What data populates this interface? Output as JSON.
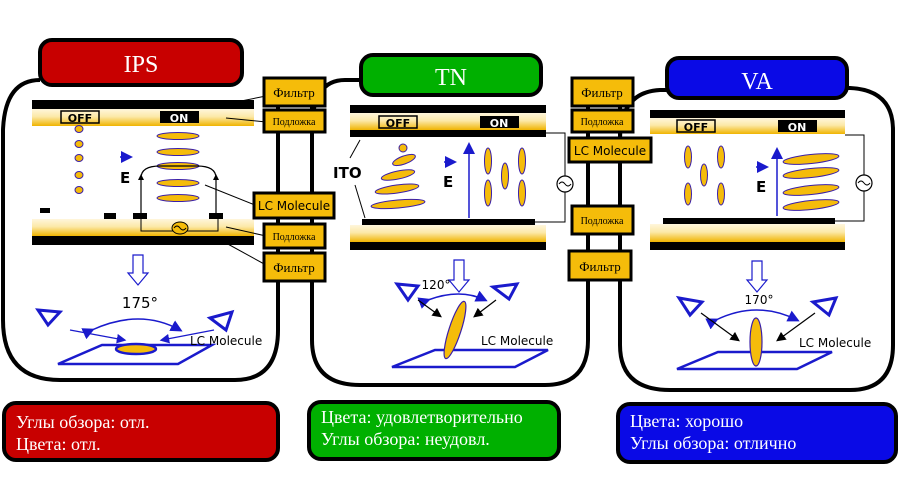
{
  "colors": {
    "ips": "#c80000",
    "tn": "#00b000",
    "va": "#0a0ae6",
    "gold": "#f5bc0a",
    "molecule_outline": "#3a1fa8",
    "arrow_blue": "#1a1acc"
  },
  "panels": [
    {
      "id": "ips",
      "title": "IPS",
      "off_label": "OFF",
      "on_label": "ON",
      "field_label": "E",
      "angle": "175°",
      "molecule_label": "LC Molecule",
      "summary": [
        "Углы обзора: отл.",
        "Цвета: отл."
      ]
    },
    {
      "id": "tn",
      "title": "TN",
      "off_label": "OFF",
      "on_label": "ON",
      "field_label": "E",
      "ito_label": "ITO",
      "angle": "120°",
      "molecule_label": "LC Molecule",
      "summary": [
        "Цвета: удовлетворительно",
        "Углы обзора: неудовл."
      ]
    },
    {
      "id": "va",
      "title": "VA",
      "off_label": "OFF",
      "on_label": "ON",
      "field_label": "E",
      "angle": "170°",
      "molecule_label": "LC Molecule",
      "summary": [
        "Цвета: хорошо",
        "Углы обзора: отлично"
      ]
    }
  ],
  "layer_labels": {
    "left_column": [
      "Фильтр",
      "Подложка",
      "LC Molecule",
      "Подложка",
      "Фильтр"
    ],
    "right_column": [
      "Фильтр",
      "Подложка",
      "LC Molecule",
      "Подложка",
      "Фильтр"
    ]
  }
}
